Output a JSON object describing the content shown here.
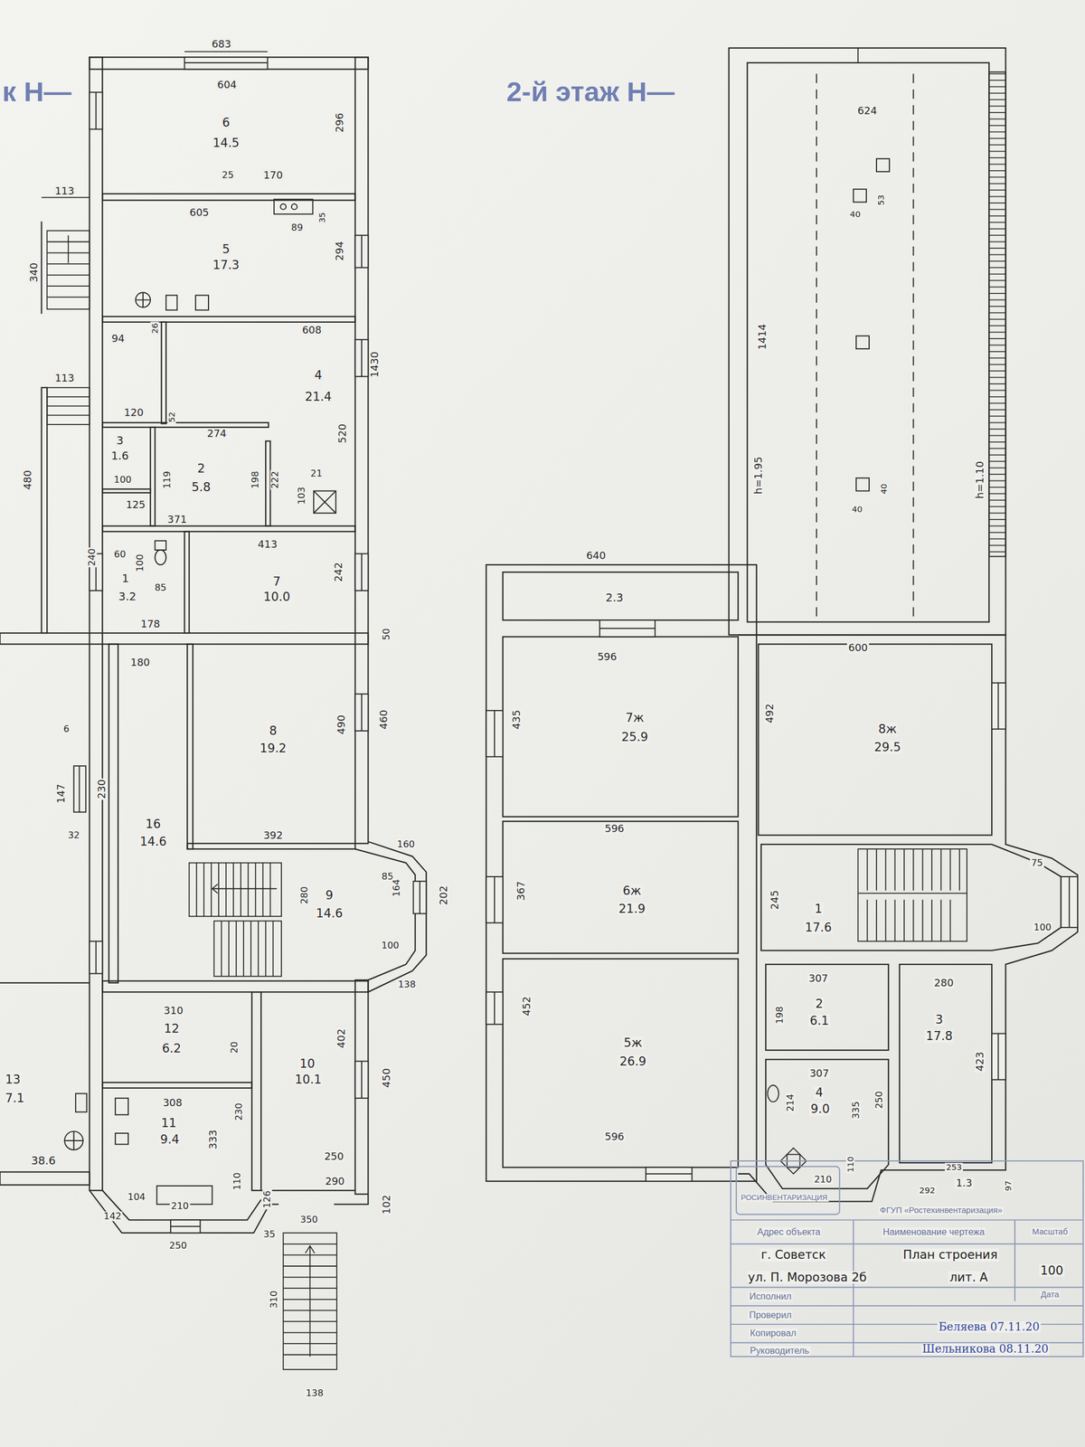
{
  "diagram": {
    "labels": [
      "к Н—",
      "2-й этаж Н—",
      "683",
      "604",
      "6",
      "14.5",
      "296",
      "25",
      "170",
      "113",
      "605",
      "89",
      "35",
      "340",
      "5",
      "17.3",
      "294",
      "94",
      "26",
      "608",
      "113",
      "4",
      "21.4",
      "1430",
      "520",
      "120",
      "52",
      "274",
      "3",
      "1.6",
      "100",
      "119",
      "2",
      "5.8",
      "198",
      "222",
      "103",
      "21",
      "480",
      "125",
      "371",
      "413",
      "60",
      "240",
      "100",
      "85",
      "1",
      "3.2",
      "178",
      "7",
      "10.0",
      "242",
      "50",
      "180",
      "6",
      "8",
      "19.2",
      "490",
      "460",
      "147",
      "230",
      "32",
      "16",
      "14.6",
      "392",
      "160",
      "85",
      "280",
      "9",
      "14.6",
      "164",
      "202",
      "100",
      "138",
      "310",
      "12",
      "6.2",
      "20",
      "402",
      "10",
      "10.1",
      "450",
      "13",
      "7.1",
      "308",
      "11",
      "9.4",
      "333",
      "230",
      "250",
      "38.6",
      "110",
      "104",
      "210",
      "290",
      "126",
      "102",
      "142",
      "350",
      "35",
      "250",
      "310",
      "138",
      "624",
      "53",
      "40",
      "1414",
      "h=1.95",
      "h=1.10",
      "40",
      "40",
      "640",
      "2.3",
      "600",
      "596",
      "435",
      "7ж",
      "25.9",
      "492",
      "8ж",
      "29.5",
      "596",
      "75",
      "367",
      "6ж",
      "21.9",
      "245",
      "1",
      "17.6",
      "100",
      "307",
      "280",
      "2",
      "6.1",
      "198",
      "452",
      "5ж",
      "26.9",
      "3",
      "17.8",
      "423",
      "307",
      "4",
      "9.0",
      "214",
      "335",
      "250",
      "596",
      "110",
      "210",
      "253",
      "1.3",
      "292",
      "97",
      "РОСИНВЕНТАРИЗАЦИЯ",
      "ФГУП «Ростехинвентаризация»",
      "Адрес объекта",
      "Наименование чертежа",
      "Масштаб",
      "г. Советск",
      "План строения",
      "100",
      "ул. П. Морозова 2б",
      "лит. А",
      "Дата",
      "Исполнил",
      "Проверил",
      "Копировал",
      "Руководитель",
      "Беляева 07.11.20",
      "Шельникова 08.11.20"
    ]
  }
}
